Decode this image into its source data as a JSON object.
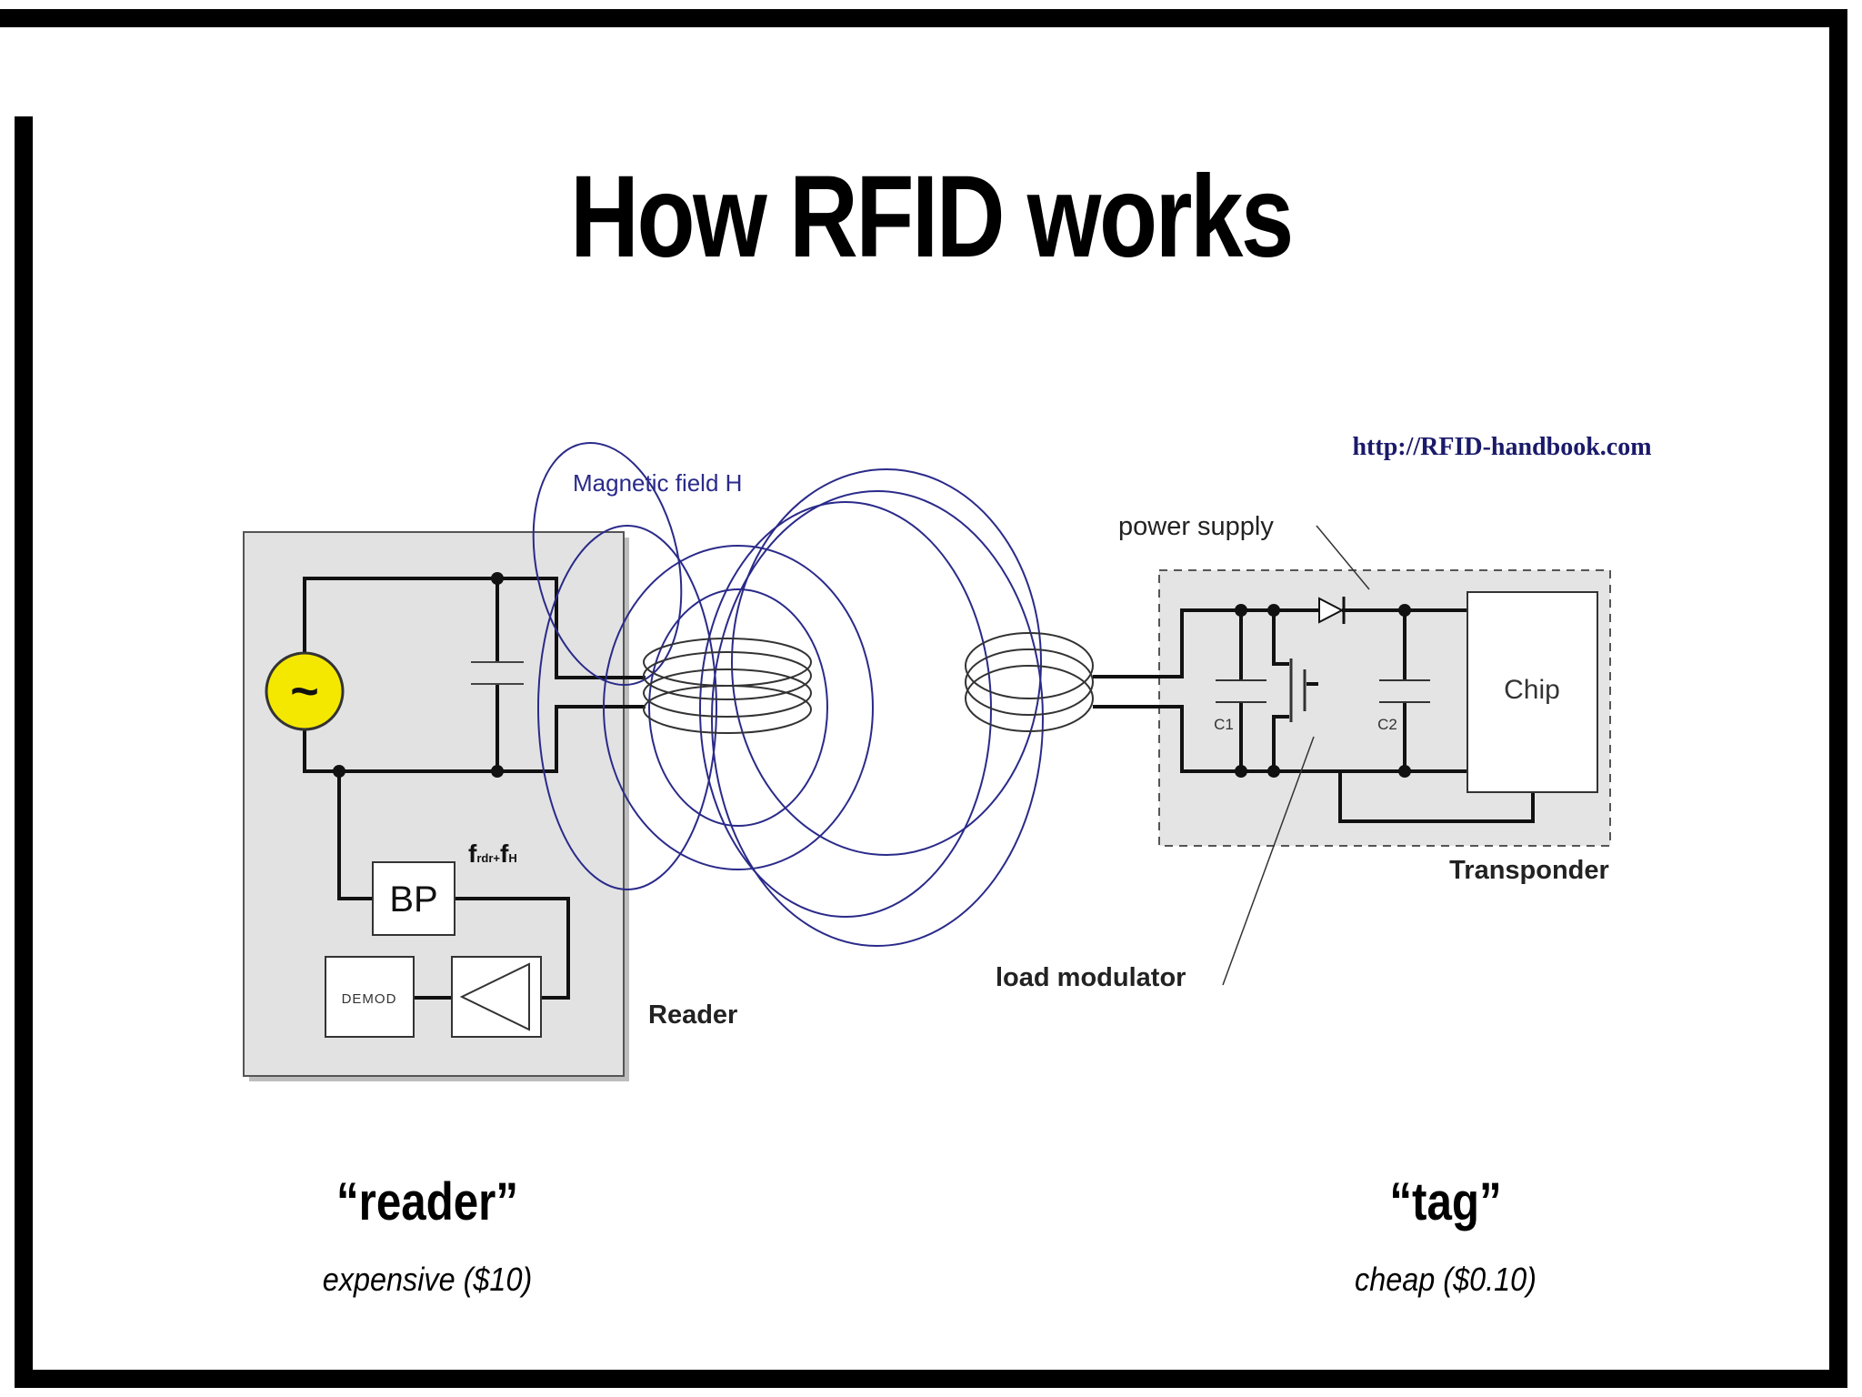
{
  "slide": {
    "title": "How RFID works"
  },
  "diagram": {
    "source_url": "http://RFID-handbook.com",
    "magnetic_field_label": "Magnetic field  H",
    "power_supply_label": "power supply",
    "chip_label": "Chip",
    "c1_label": "C1",
    "c2_label": "C2",
    "transponder_label": "Transponder",
    "load_modulator_label": "load modulator",
    "reader_label": "Reader",
    "bp_label": "BP",
    "demod_label": "DEMOD",
    "source_symbol": "~",
    "freq_label_main": "f",
    "freq_label_sub": "rdr",
    "freq_label_op": "+",
    "freq_label_main2": "f",
    "freq_label_sub2": "H",
    "colors": {
      "field_lines": "#2a2a8a",
      "reader_box": "#e2e2e2",
      "source_fill": "#f5e800",
      "link_text": "#1a1a6a"
    }
  },
  "captions": {
    "reader_title": "“reader”",
    "reader_cost": "expensive ($10)",
    "tag_title": "“tag”",
    "tag_cost": "cheap ($0.10)"
  }
}
